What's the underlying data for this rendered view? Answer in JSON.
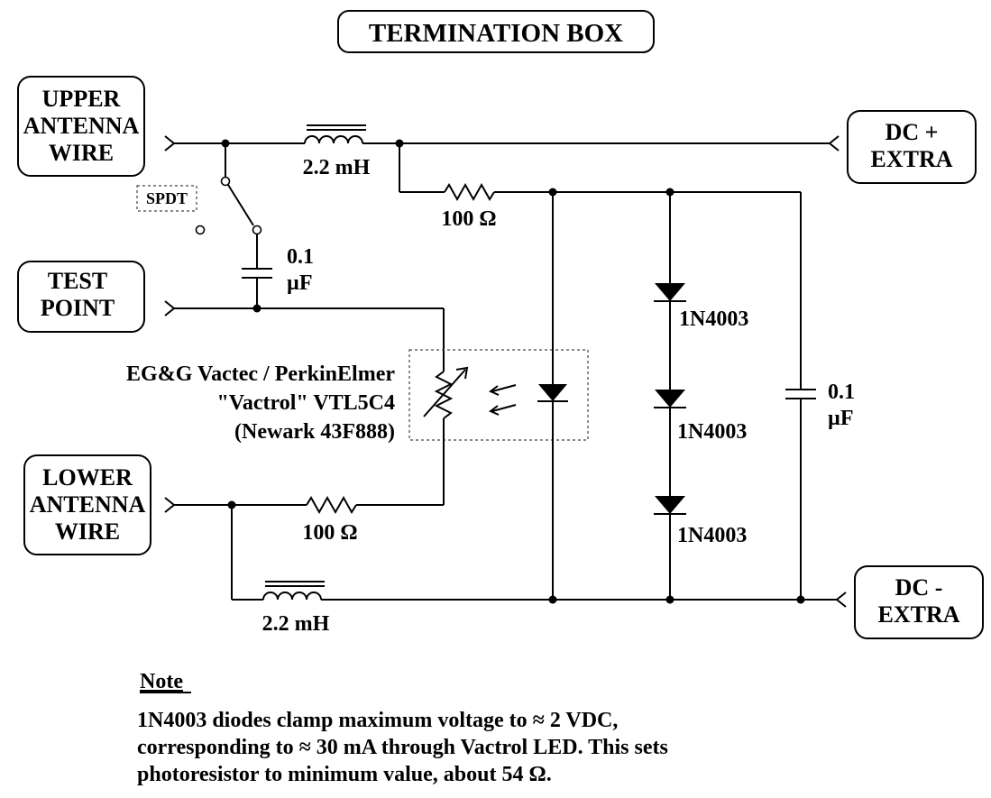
{
  "title": "TERMINATION BOX",
  "terminals": {
    "upper_antenna": [
      "UPPER",
      "ANTENNA",
      "WIRE"
    ],
    "test_point": [
      "TEST",
      "POINT"
    ],
    "lower_antenna": [
      "LOWER",
      "ANTENNA",
      "WIRE"
    ],
    "dc_plus": [
      "DC +",
      "EXTRA"
    ],
    "dc_minus": [
      "DC -",
      "EXTRA"
    ]
  },
  "components": {
    "switch_label": "SPDT",
    "inductor_upper": "2.2 mH",
    "inductor_lower": "2.2 mH",
    "resistor_upper": "100 Ω",
    "resistor_lower": "100 Ω",
    "cap_test": [
      "0.1",
      "µF"
    ],
    "cap_right": [
      "0.1",
      "µF"
    ],
    "diode_1": "1N4003",
    "diode_2": "1N4003",
    "diode_3": "1N4003",
    "vactrol": [
      "EG&G Vactec / PerkinElmer",
      "\"Vactrol\" VTL5C4",
      "(Newark 43F888)"
    ]
  },
  "note": {
    "heading": "Note",
    "lines": [
      "1N4003 diodes clamp maximum voltage to ≈ 2 VDC,",
      "corresponding to ≈ 30 mA through Vactrol LED.  This sets",
      "photoresistor to minimum value, about 54 Ω."
    ]
  }
}
